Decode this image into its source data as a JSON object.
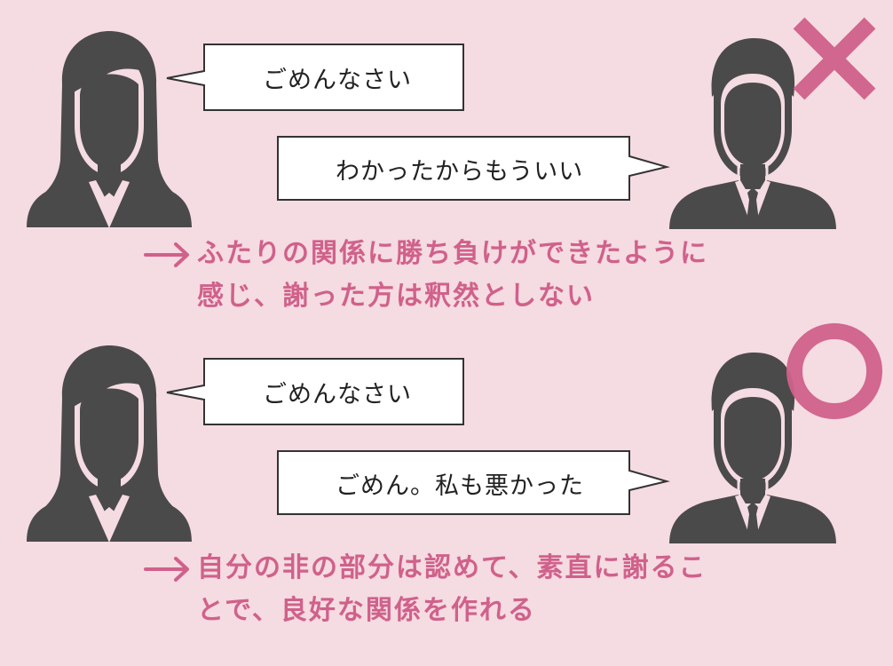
{
  "bad_example": {
    "woman_speech": "ごめんなさい",
    "man_speech": "わかったからもういい",
    "verdict_mark": "cross-mark-icon",
    "note_line1": "ふたりの関係に勝ち負けができたように",
    "note_line2": "感じ、謝った方は釈然としない"
  },
  "good_example": {
    "woman_speech": "ごめんなさい",
    "man_speech": "ごめん。私も悪かった",
    "verdict_mark": "circle-mark-icon",
    "note_line1": "自分の非の部分は認めて、素直に謝るこ",
    "note_line2": "とで、良好な関係を作れる"
  },
  "colors": {
    "background": "#f5dbe2",
    "accent": "#d0618a",
    "figure": "#4a4a4a"
  }
}
